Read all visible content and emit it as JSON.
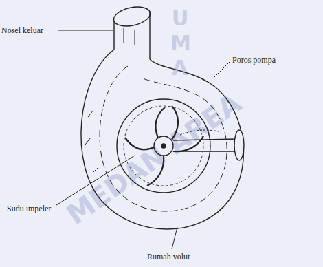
{
  "diagram": {
    "labels": [
      "Nosel keluar",
      "Poros pompa",
      "Sudu impeler",
      "Rumah volut",
      "U",
      "M",
      "A",
      "MEDAN AREA"
    ]
  }
}
